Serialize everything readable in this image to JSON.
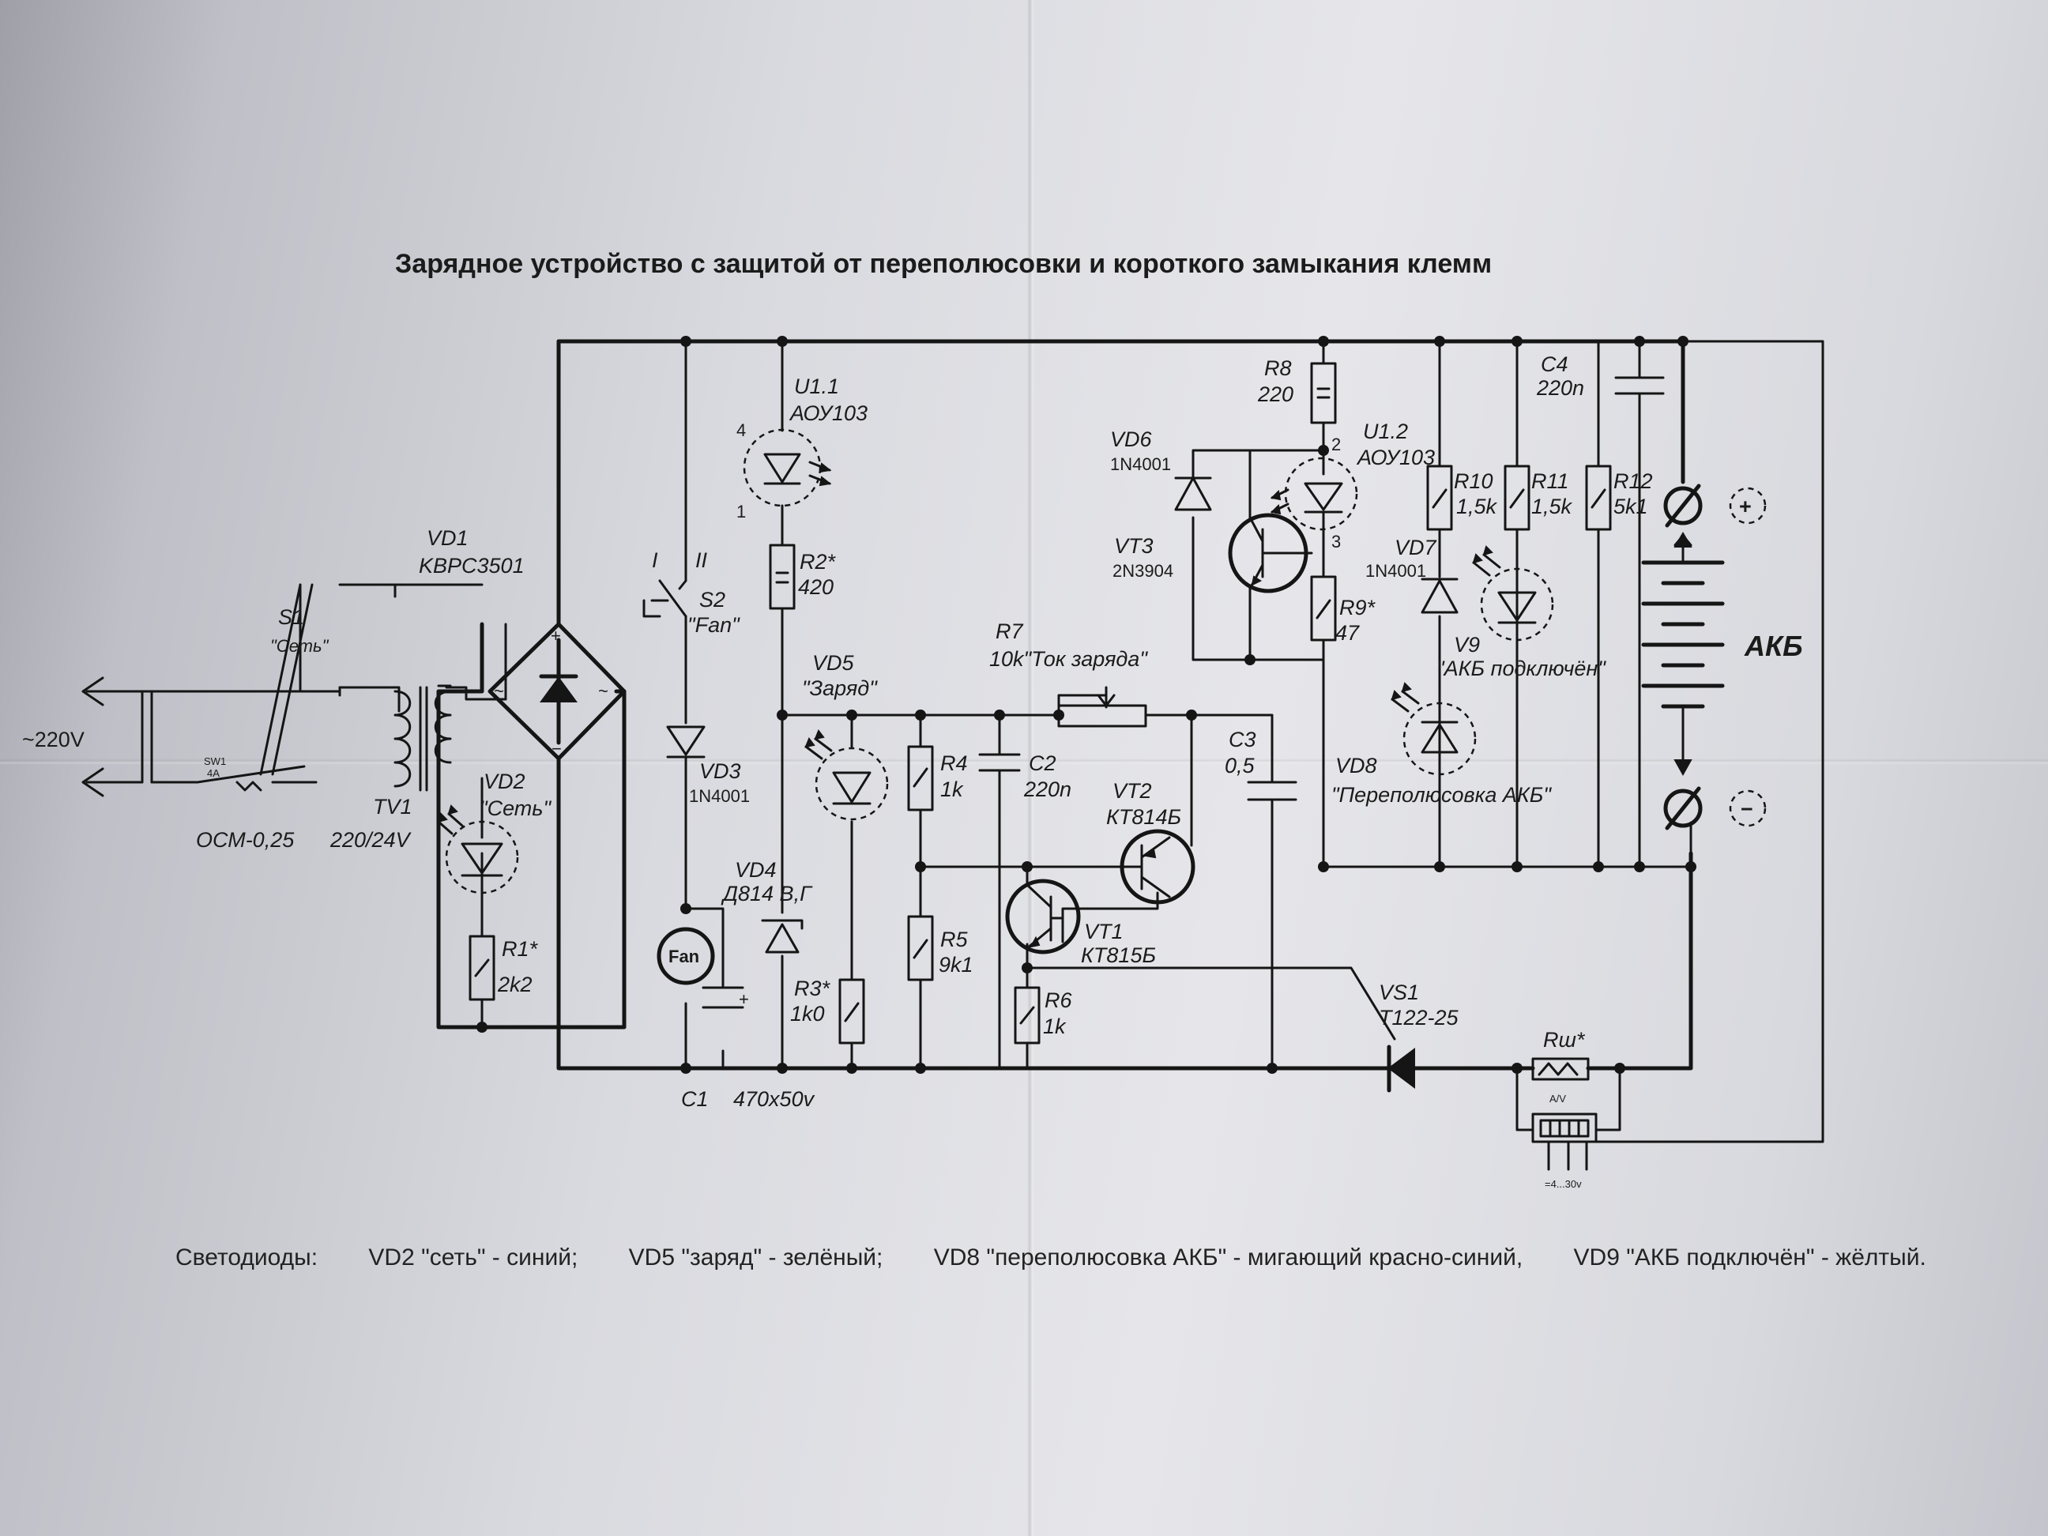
{
  "title": "Зарядное устройство с защитой от переполюсовки и короткого замыкания клемм",
  "mains": {
    "voltage": "~220V"
  },
  "switch_s1": {
    "ref": "S1",
    "name": "\"Сеть\"",
    "sw": "SW1",
    "fuse": "4A"
  },
  "transformer": {
    "ref": "TV1",
    "model": "ОСМ-0,25",
    "ratio": "220/24V"
  },
  "bridge": {
    "ref": "VD1",
    "model": "KBPC3501",
    "plus": "+",
    "minus": "−",
    "ac": "~"
  },
  "switch_s2": {
    "ref": "S2",
    "name": "\"Fan\"",
    "pos1": "I",
    "pos2": "II"
  },
  "parts": {
    "vd2": {
      "ref": "VD2",
      "name": "\"Сеть\""
    },
    "r1": {
      "ref": "R1*",
      "value": "2k2"
    },
    "vd3": {
      "ref": "VD3",
      "model": "1N4001"
    },
    "fan": {
      "label": "Fan"
    },
    "c1": {
      "ref": "C1",
      "value": "470x50v",
      "plus": "+"
    },
    "vd4": {
      "ref": "VD4",
      "model": "Д814 В,Г"
    },
    "u11": {
      "ref": "U1.1",
      "model": "АОУ103",
      "pin4": "4",
      "pin1": "1"
    },
    "r2": {
      "ref": "R2*",
      "value": "420"
    },
    "vd5": {
      "ref": "VD5",
      "name": "\"Заряд\""
    },
    "r3": {
      "ref": "R3*",
      "value": "1k0"
    },
    "r4": {
      "ref": "R4",
      "value": "1k"
    },
    "r5": {
      "ref": "R5",
      "value": "9k1"
    },
    "c2": {
      "ref": "C2",
      "value": "220n"
    },
    "r7": {
      "ref": "R7",
      "value": "10k\"Ток заряда\""
    },
    "vt2": {
      "ref": "VT2",
      "model": "КТ814Б"
    },
    "vt1": {
      "ref": "VT1",
      "model": "КТ815Б"
    },
    "r6": {
      "ref": "R6",
      "value": "1k"
    },
    "c3": {
      "ref": "C3",
      "value": "0,5"
    },
    "r8": {
      "ref": "R8",
      "value": "220"
    },
    "vd6": {
      "ref": "VD6",
      "model": "1N4001"
    },
    "vt3": {
      "ref": "VT3",
      "model": "2N3904"
    },
    "u12": {
      "ref": "U1.2",
      "model": "АОУ103",
      "pin2": "2",
      "pin3": "3"
    },
    "r9": {
      "ref": "R9*",
      "value": "47"
    },
    "vs1": {
      "ref": "VS1",
      "model": "T122-25"
    },
    "r10": {
      "ref": "R10",
      "value": "1,5k"
    },
    "r11": {
      "ref": "R11",
      "value": "1,5k"
    },
    "r12": {
      "ref": "R12",
      "value": "5k1"
    },
    "vd7": {
      "ref": "VD7",
      "model": "1N4001"
    },
    "v9": {
      "ref": "V9",
      "name": "\"АКБ подключён\""
    },
    "vd8": {
      "ref": "VD8",
      "name": "\"Переполюсовка АКБ\""
    },
    "c4": {
      "ref": "C4",
      "value": "220n"
    },
    "rsh": {
      "ref": "Rш*"
    },
    "meter": {
      "label": "A/V",
      "supply": "=4...30v"
    }
  },
  "battery": {
    "label": "АКБ",
    "plus": "+",
    "minus": "−"
  },
  "legend": {
    "prefix": "Светодиоды:",
    "items": [
      "VD2 \"сеть\" - синий;",
      "VD5 \"заряд\" - зелёный;",
      "VD8 \"переполюсовка АКБ\" -  мигающий красно-синий,",
      "VD9 \"АКБ подключён\" - жёлтый."
    ]
  }
}
